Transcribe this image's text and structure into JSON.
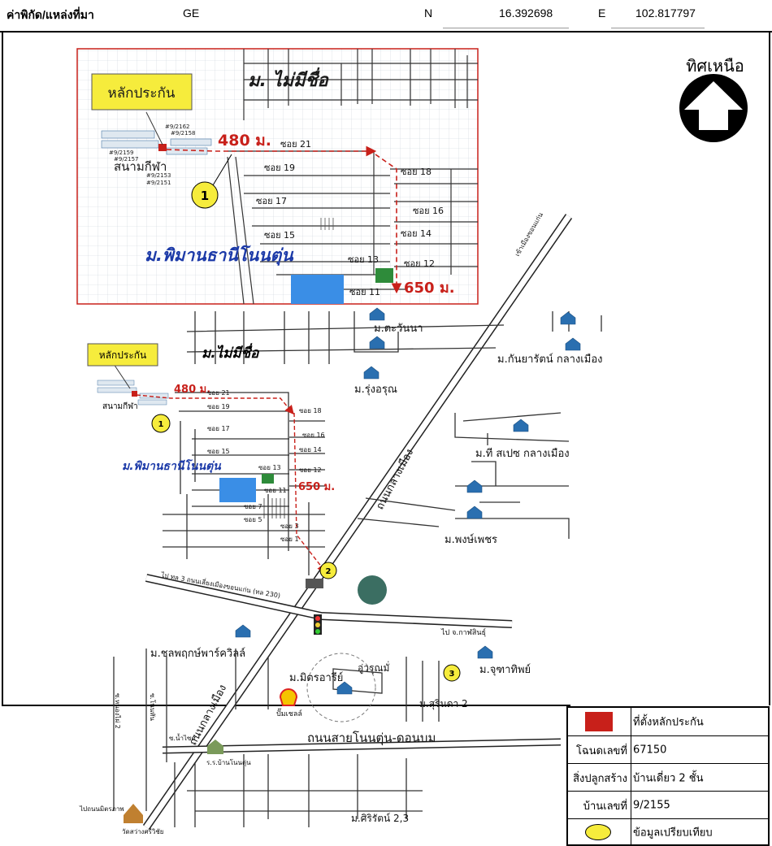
{
  "header": {
    "coord_label": "ค่าพิกัด/แหล่งที่มา",
    "source": "GE",
    "n_label": "N",
    "n_value": "16.392698",
    "e_label": "E",
    "e_value": "102.817797"
  },
  "north": {
    "label": "ทิศเหนือ"
  },
  "inset": {
    "village_top": "ม. ไม่มีชื่อ",
    "collateral": "หลักประกัน",
    "stadium": "สนามกีฬา",
    "plots": [
      "#9/2162",
      "#9/2158",
      "#9/2159",
      "#9/2157",
      "#9/2153",
      "#9/2151"
    ],
    "dist_480": "480 ม.",
    "dist_650": "650 ม.",
    "marker": "1",
    "village": "ม.พิมานธานีโนนตุ่น",
    "soi": [
      "ซอย 21",
      "ซอย 19",
      "ซอย 18",
      "ซอย 17",
      "ซอย 16",
      "ซอย 15",
      "ซอย 14",
      "ซอย 13",
      "ซอย 12",
      "ซอย 11"
    ]
  },
  "map": {
    "collateral": "หลักประกัน",
    "village_top": "ม.ไม่มีชื่อ",
    "stadium": "สนามกีฬา",
    "dist_480": "480 ม.",
    "dist_650": "650 ม.",
    "marker1": "1",
    "marker2": "2",
    "marker3": "3",
    "village": "ม.พิมานธานีโนนตุ่น",
    "soi": [
      "ซอย 21",
      "ซอย 19",
      "ซอย 18",
      "ซอย 17",
      "ซอย 16",
      "ซอย 15",
      "ซอย 14",
      "ซอย 13",
      "ซอย 12",
      "ซอย 11",
      "ซอย 7",
      "ซอย 5",
      "ซอย 3",
      "ซอย 1"
    ],
    "places": {
      "tawanna": "ม.ตะวันนา",
      "kanyarat": "ม.กันยารัตน์ กลางเมือง",
      "rungarun": "ม.รุ่งอรุณ",
      "tspace": "ม.ที สเปซ กลางเมือง",
      "pongphet": "ม.พงษ์เพชร",
      "chonlaphruek": "ม.ชลพฤกษ์พาร์ควิลล์",
      "mitrarin": "ม.มิตรอารีย์",
      "uwarunmai": "อู่วรุณมั่",
      "jutathip": "ม.จุฑาทิพย์",
      "sirinda": "ม.สุรินดา 2",
      "shell": "ปั๊มเชลล์",
      "sirirat": "ม.ศิริรัตน์ 2,3",
      "school": "ร.ร.บ้านโนนตุ่น",
      "temple": "วัดสว่างศรีวิชัย",
      "to_bypass": "ไปถนนมิตรภาพ",
      "to_kalasin": "ไป จ.กาฬสินธุ์",
      "to_village": "เข้าเมืองขอนแก่น",
      "road_main": "ถนนกลางเมือง",
      "road_main2": "ถนนกลางเมือง",
      "road_nonton": "ถนนสายโนนตุ่น-ดอนบม",
      "road_bypass": "ไป ทล 3 ถนนเลี่ยงเมืองขอนแก่น (ทล 230)",
      "soi_side_a": "ซ.หนองไผ่ 2",
      "soi_side_b": "ซ.โนนทัน",
      "soi_side_c": "ซ.น้ำไซด์"
    }
  },
  "legend": {
    "site_label": "ที่ตั้งหลักประกัน",
    "deed_label": "โฉนดเลขที่",
    "deed_value": "67150",
    "building_label": "สิ่งปลูกสร้าง",
    "building_value": "บ้านเดี่ยว 2 ชั้น",
    "house_label": "บ้านเลขที่",
    "house_value": "9/2155",
    "compare_label": "ข้อมูลเปรียบเทียบ"
  },
  "colors": {
    "red": "#c8201a",
    "blue_text": "#1c3aa8",
    "pond": "#3a8ee6",
    "yellow": "#f6ec3c",
    "inset_border": "#c8201a"
  }
}
